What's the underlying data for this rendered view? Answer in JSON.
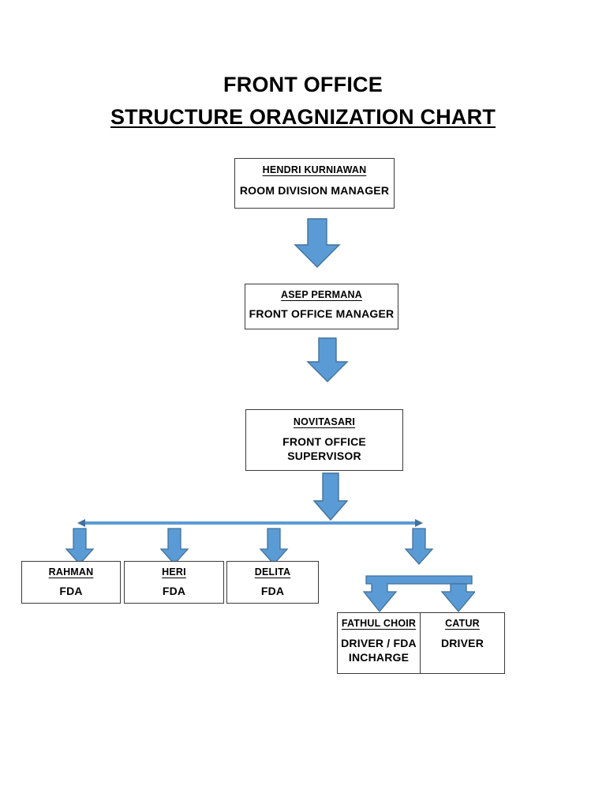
{
  "document": {
    "title_line1": "FRONT OFFICE",
    "title_line2": "STRUCTURE ORAGNIZATION CHART"
  },
  "colors": {
    "arrow_fill": "#5B9BD5",
    "arrow_stroke": "#41719C",
    "box_border": "#3A3A3A",
    "text": "#000000",
    "background": "#FFFFFF"
  },
  "chart_data": {
    "type": "diagram",
    "subtype": "organization-chart",
    "title": "FRONT OFFICE STRUCTURE ORAGNIZATION CHART",
    "orientation": "top-down",
    "nodes": [
      {
        "id": "hendri",
        "name": "HENDRI KURNIAWAN",
        "role": "ROOM DIVISION MANAGER",
        "level": 1
      },
      {
        "id": "asep",
        "name": "ASEP PERMANA",
        "role": "FRONT OFFICE MANAGER",
        "level": 2
      },
      {
        "id": "novitasari",
        "name": "NOVITASARI",
        "role": "FRONT OFFICE SUPERVISOR",
        "level": 3
      },
      {
        "id": "rahman",
        "name": "RAHMAN",
        "role": "FDA",
        "level": 4
      },
      {
        "id": "heri",
        "name": "HERI",
        "role": "FDA",
        "level": 4
      },
      {
        "id": "delita",
        "name": "DELITA",
        "role": "FDA",
        "level": 4
      },
      {
        "id": "fathul",
        "name": "FATHUL CHOIR",
        "role": "DRIVER / FDA INCHARGE",
        "role_line1": "DRIVER / FDA",
        "role_line2": "INCHARGE",
        "level": 5
      },
      {
        "id": "catur",
        "name": "CATUR",
        "role": "DRIVER",
        "level": 5
      }
    ],
    "edges": [
      {
        "from": "hendri",
        "to": "asep",
        "style": "block-arrow-down"
      },
      {
        "from": "asep",
        "to": "novitasari",
        "style": "block-arrow-down"
      },
      {
        "from": "novitasari",
        "to": "branch-bar",
        "style": "block-arrow-down"
      },
      {
        "from": "branch-bar",
        "to": "rahman",
        "style": "block-arrow-down"
      },
      {
        "from": "branch-bar",
        "to": "heri",
        "style": "block-arrow-down"
      },
      {
        "from": "branch-bar",
        "to": "delita",
        "style": "block-arrow-down"
      },
      {
        "from": "branch-bar",
        "to": "driver-bracket",
        "style": "block-arrow-down"
      },
      {
        "from": "driver-bracket",
        "to": "fathul",
        "style": "bracket-arrow-down"
      },
      {
        "from": "driver-bracket",
        "to": "catur",
        "style": "bracket-arrow-down"
      }
    ]
  }
}
